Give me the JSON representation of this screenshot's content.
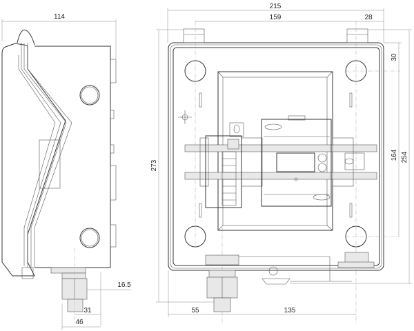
{
  "drawing": {
    "side_view": {
      "dimensions": {
        "depth": "114",
        "gland_offset": "16.5",
        "gland_center": "31",
        "gland_width": "46"
      }
    },
    "front_view": {
      "dimensions": {
        "width": "215",
        "hole_spacing_h": "159",
        "hole_edge_offset": "28",
        "hole_top_offset": "30",
        "hole_spacing_v": "164",
        "height_inner": "254",
        "height_total": "273",
        "gland_offset_left": "55",
        "gland_to_hole": "135"
      }
    }
  }
}
